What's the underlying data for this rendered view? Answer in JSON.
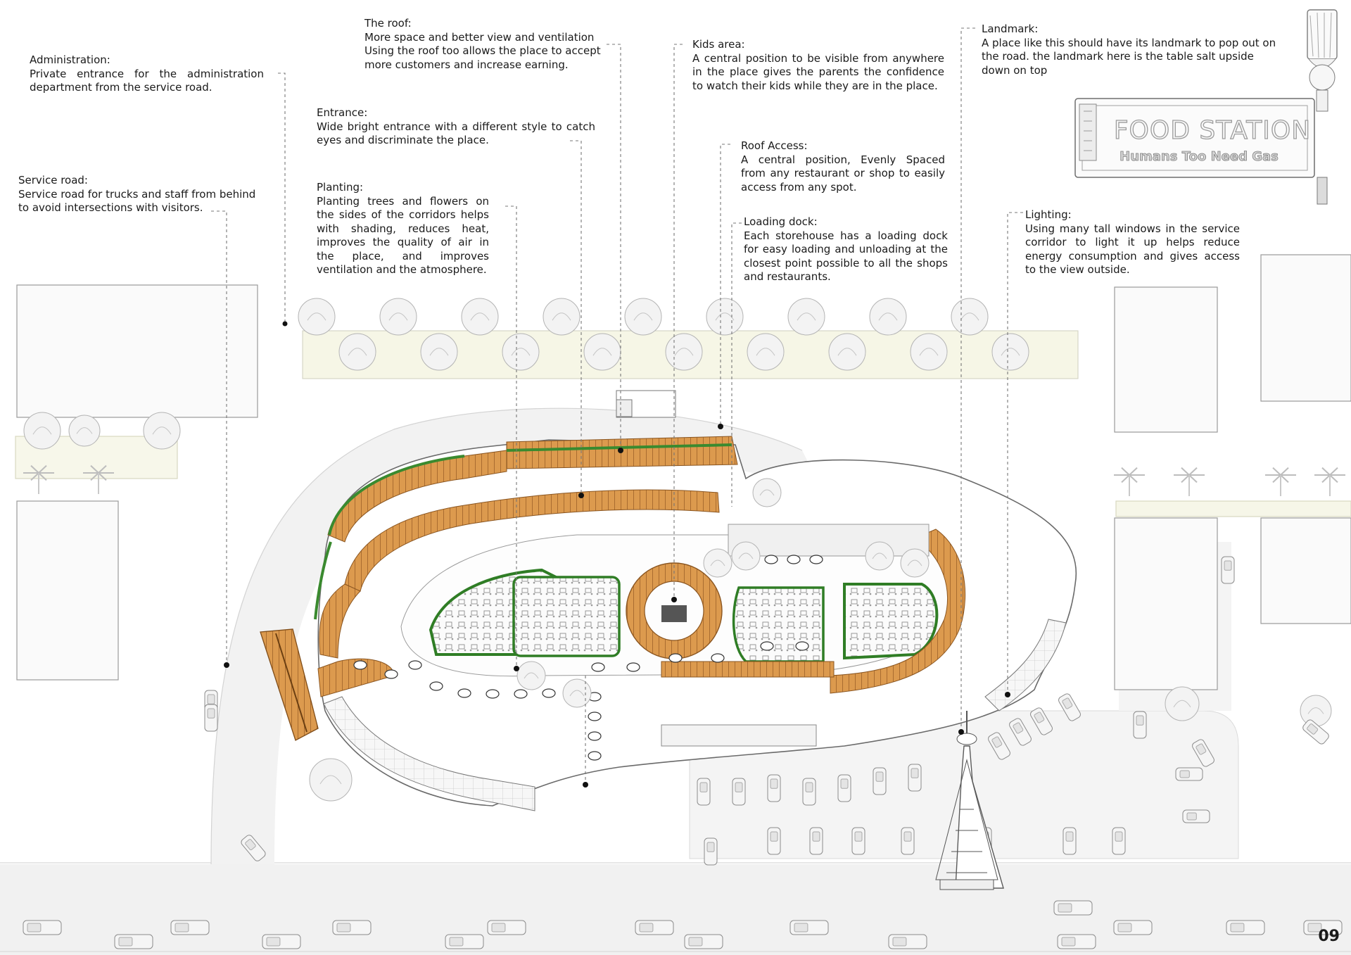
{
  "page_number": "09",
  "sign": {
    "name": "FOOD STATION",
    "tagline": "Humans Too Need Gas"
  },
  "colors": {
    "timber": "#d9974a",
    "timber_dark": "#a96a2a",
    "green": "#3a8a2f",
    "line": "#555555",
    "light_fill": "#f4f4f4",
    "road_fill": "#efefef"
  },
  "annotations": [
    {
      "key": "administration",
      "title": "Administration:",
      "body": "Private entrance for the administration department from the service road."
    },
    {
      "key": "service-road",
      "title": "Service road:",
      "body": "Service road for trucks and staff from behind to avoid intersections with visitors."
    },
    {
      "key": "roof",
      "title": "The roof:",
      "body": "More space and better view and ventilation Using the roof too allows the place to accept more customers and increase earning."
    },
    {
      "key": "entrance",
      "title": "Entrance:",
      "body": "Wide bright entrance with a different style to catch eyes and discriminate the place."
    },
    {
      "key": "planting",
      "title": "Planting:",
      "body": "Planting trees and flowers on the sides of the corridors helps with shading, reduces heat, improves the quality of air in the place, and improves ventilation and the atmosphere."
    },
    {
      "key": "kids-area",
      "title": "Kids area:",
      "body": "A central position to be visible from anywhere in the place gives the parents the confidence to watch their kids while they are in the place."
    },
    {
      "key": "roof-access",
      "title": "Roof Access:",
      "body": "A central position, Evenly Spaced from any restaurant or shop to easily access from any spot."
    },
    {
      "key": "loading-dock",
      "title": "Loading dock:",
      "body": "Each storehouse has a loading dock for easy loading and unloading at the closest point possible to all the shops and restaurants."
    },
    {
      "key": "landmark",
      "title": "Landmark:",
      "body": "A place like this should have its landmark to pop out on the road. the landmark here is the table salt upside down on top"
    },
    {
      "key": "lighting",
      "title": "Lighting:",
      "body": "Using many tall windows in the service corridor to light it up helps reduce energy consumption and gives access to the view outside."
    }
  ]
}
